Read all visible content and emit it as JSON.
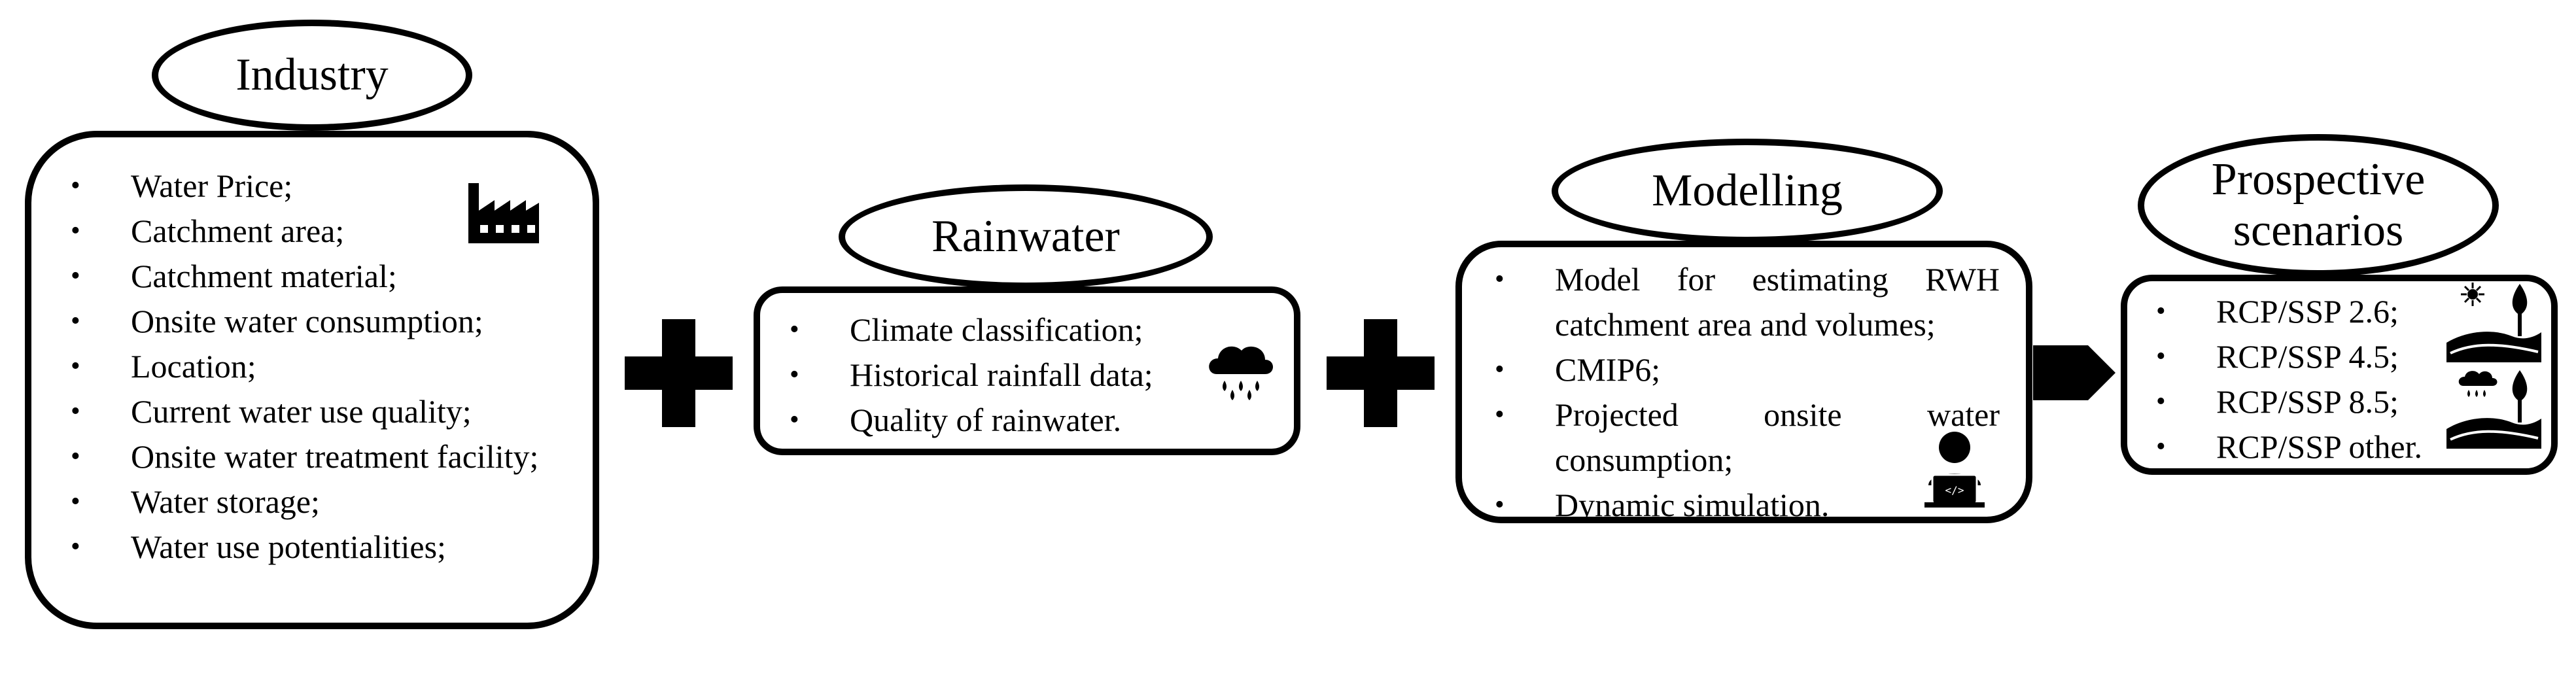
{
  "industry": {
    "title": "Industry",
    "items": [
      "Water Price;",
      "Catchment area;",
      "Catchment material;",
      "Onsite water consumption;",
      "Location;",
      "Current water use quality;",
      "Onsite water treatment facility;",
      "Water storage;",
      "Water use potentialities;"
    ]
  },
  "rainwater": {
    "title": "Rainwater",
    "items": [
      "Climate classification;",
      "Historical rainfall data;",
      "Quality of rainwater."
    ]
  },
  "modelling": {
    "title": "Modelling",
    "items": [
      "Model for estimating RWH catchment area and volumes;",
      "CMIP6;",
      "Projected onsite water consumption;",
      "Dynamic simulation."
    ]
  },
  "scenarios": {
    "title_line1": "Prospective",
    "title_line2": "scenarios",
    "items": [
      "RCP/SSP 2.6;",
      "RCP/SSP 4.5;",
      "RCP/SSP 8.5;",
      "RCP/SSP other."
    ]
  },
  "icons": [
    "factory-icon",
    "rain-cloud-icon",
    "developer-laptop-icon",
    "sun-landscape-icon",
    "rain-landscape-icon",
    "plus-icon",
    "arrow-icon"
  ]
}
